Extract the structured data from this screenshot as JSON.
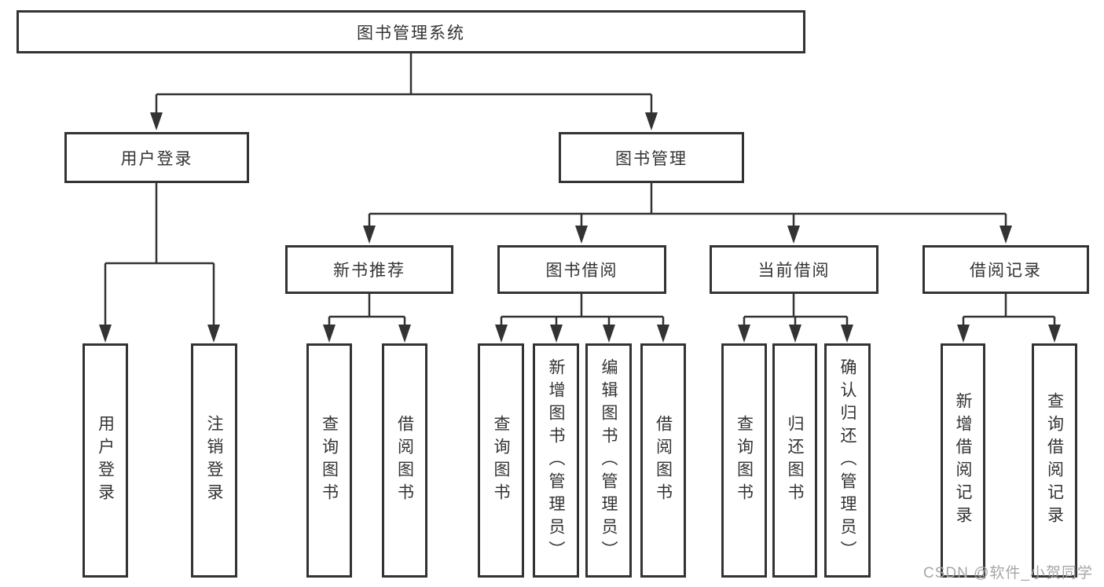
{
  "tree": {
    "root": "图书管理系统",
    "level2": [
      {
        "label": "用户登录",
        "children": [
          "用户登录",
          "注销登录"
        ]
      },
      {
        "label": "图书管理",
        "children": [
          {
            "label": "新书推荐",
            "children": [
              "查询图书",
              "借阅图书"
            ]
          },
          {
            "label": "图书借阅",
            "children": [
              "查询图书",
              "新增图书（管理员）",
              "编辑图书（管理员）",
              "借阅图书"
            ]
          },
          {
            "label": "当前借阅",
            "children": [
              "查询图书",
              "归还图书",
              "确认归还（管理员）"
            ]
          },
          {
            "label": "借阅记录",
            "children": [
              "新增借阅记录",
              "查询借阅记录"
            ]
          }
        ]
      }
    ]
  },
  "watermark": {
    "text": "CSDN @软件_小贺同学"
  },
  "colors": {
    "line": "#333333",
    "box_background": "#ffffff",
    "text": "#333333",
    "watermark": "#a6a6a6",
    "background": "#ffffff"
  }
}
